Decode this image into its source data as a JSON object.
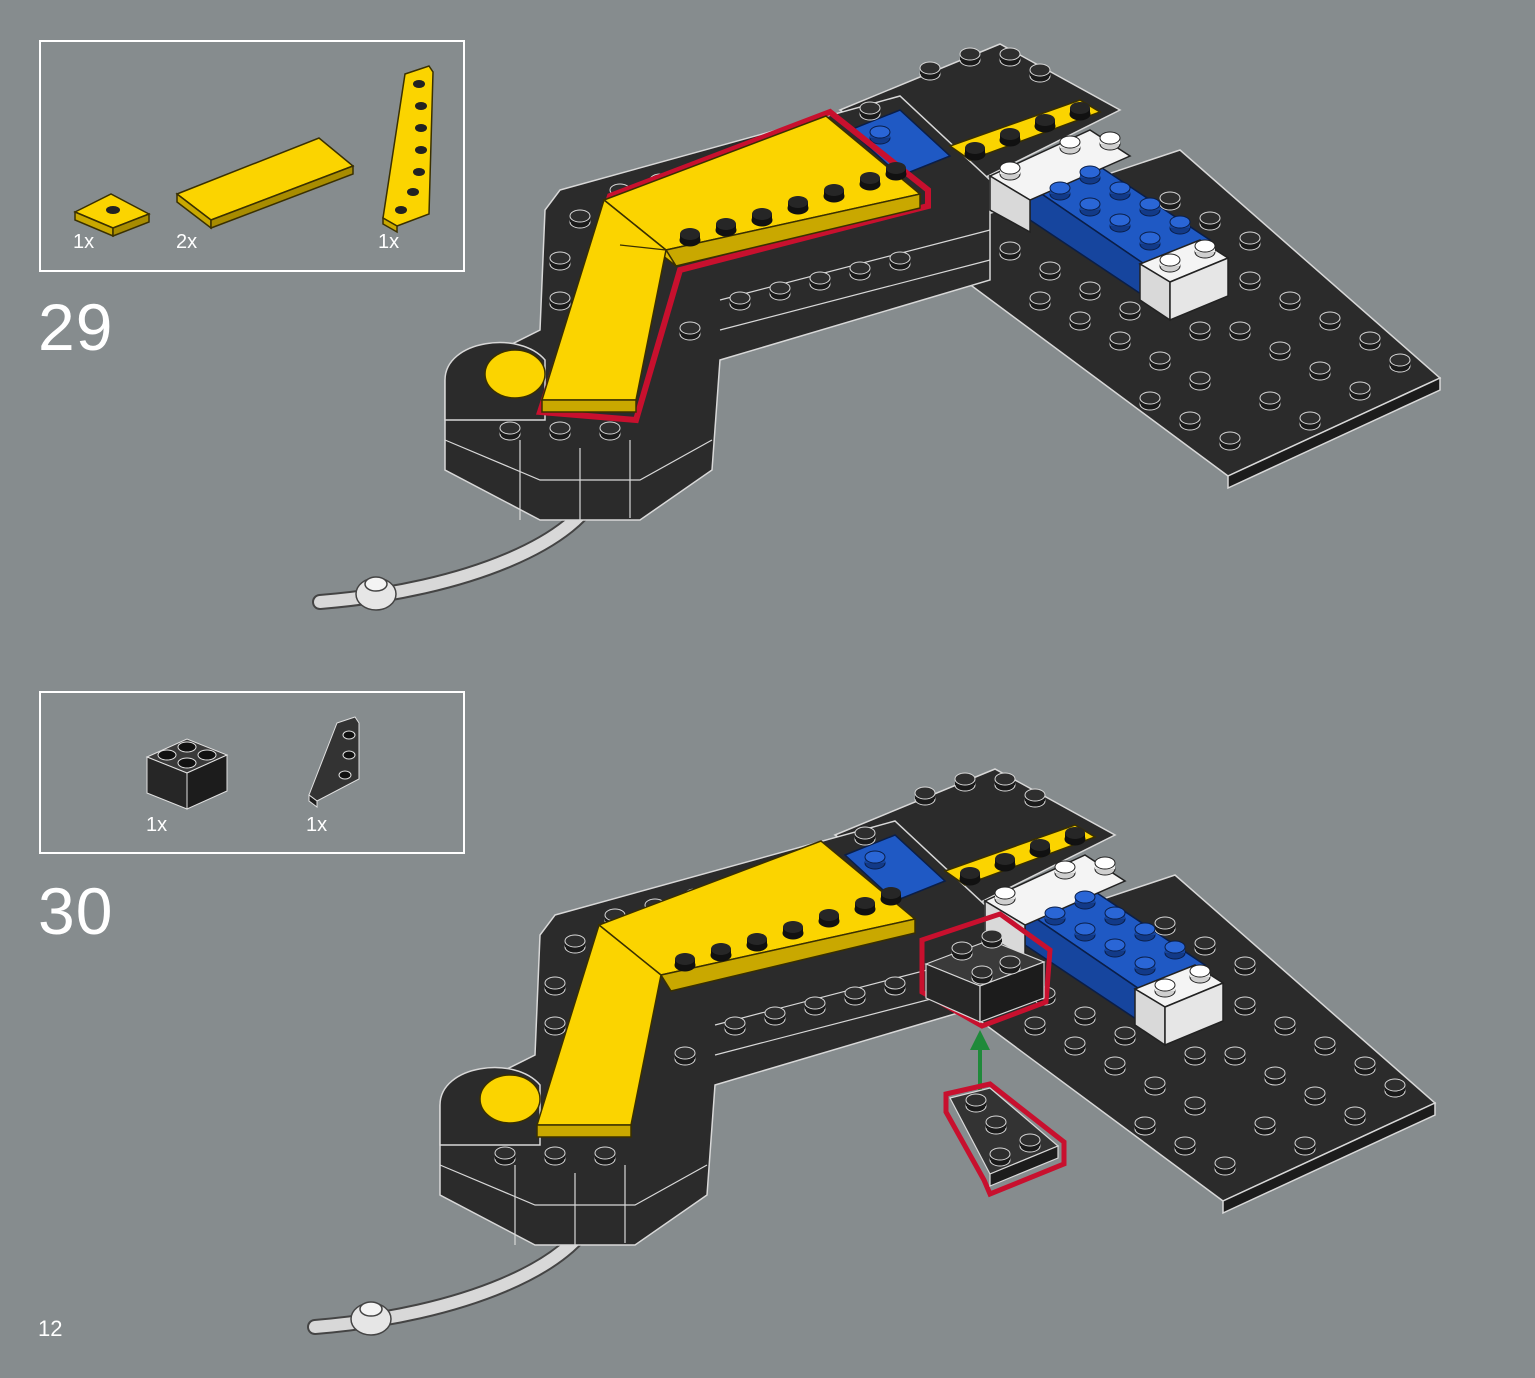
{
  "steps": [
    {
      "number": "29",
      "parts": [
        {
          "qty": "1x",
          "part": "yellow-wedge-plate-small"
        },
        {
          "qty": "2x",
          "part": "yellow-tile-long"
        },
        {
          "qty": "1x",
          "part": "yellow-wedge-plate-long"
        }
      ]
    },
    {
      "number": "30",
      "parts": [
        {
          "qty": "1x",
          "part": "black-brick-2x2"
        },
        {
          "qty": "1x",
          "part": "black-wedge-plate"
        }
      ]
    }
  ],
  "page": {
    "number": "12"
  },
  "colors": {
    "background": "#868c8e",
    "black_brick": "#2b2b2b",
    "yellow_brick": "#fbd400",
    "blue_brick": "#1f59c4",
    "white_brick": "#f4f4f4",
    "highlight_outline": "#c8102e",
    "arrow": "#1f8a3a",
    "tube": "#d8d8d8"
  }
}
